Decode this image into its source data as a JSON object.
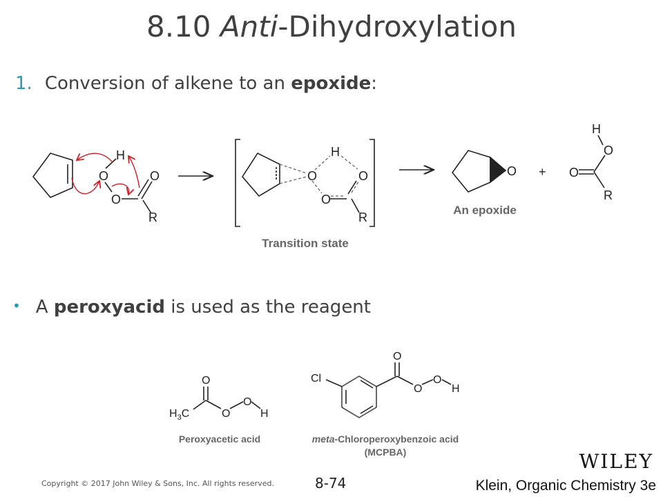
{
  "title": {
    "prefix": "8.10 ",
    "italic": "Anti",
    "suffix": "-Dihydroxylation"
  },
  "point1": {
    "number": "1.",
    "text": "Conversion of alkene to an ",
    "bold": "epoxide",
    "tail": ":"
  },
  "point2": {
    "bullet": "•",
    "text": "A ",
    "bold": "peroxyacid",
    "tail": " is used as the reagent"
  },
  "scheme": {
    "atoms": {
      "O": "O",
      "H": "H",
      "R": "R",
      "Cl": "Cl",
      "H3C": "H",
      "three": "3",
      "C": "C"
    },
    "plus": "+",
    "transition_label": "Transition state",
    "epoxide_label": "An epoxide"
  },
  "reagents": {
    "peroxyacetic": "Peroxyacetic acid",
    "mcpba_italic": "meta",
    "mcpba_rest": "-Chloroperoxybenzoic acid",
    "mcpba_abbr": "(MCPBA)"
  },
  "footer": {
    "copyright": "Copyright © 2017 John Wiley & Sons, Inc. All rights reserved.",
    "page": "8-74",
    "publisher": "WILEY",
    "book": "Klein, Organic Chemistry 3e"
  },
  "colors": {
    "accent": "#2a9bb0",
    "arrow": "#d0202a"
  }
}
